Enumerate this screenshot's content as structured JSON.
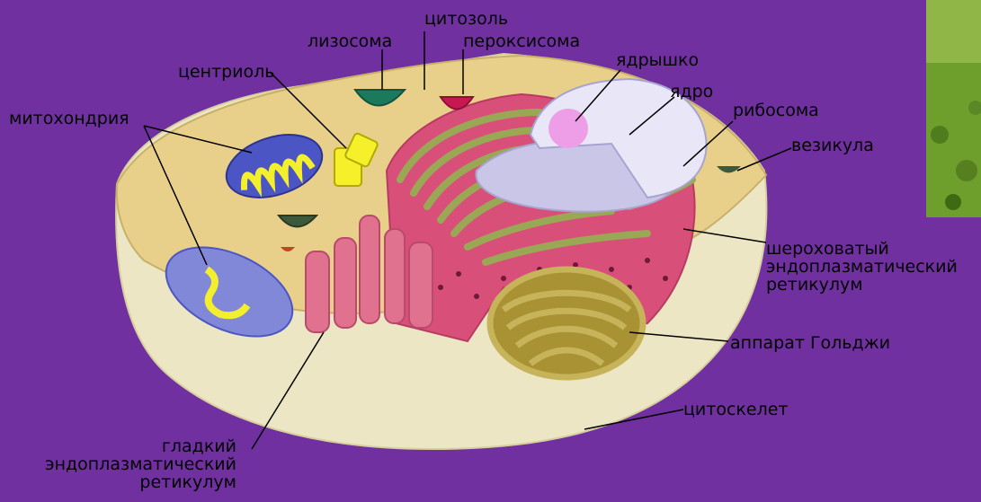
{
  "labels": {
    "lysosome": "лизосома",
    "cytosol": "цитозоль",
    "peroxisome": "пероксисома",
    "centriole": "центриоль",
    "nucleolus": "ядрышко",
    "nucleus": "ядро",
    "mitochondria": "митохондрия",
    "ribosome": "рибосома",
    "vesicle": "везикула",
    "rough_er": [
      "шероховатый",
      "эндоплазматический",
      "ретикулум"
    ],
    "golgi": "аппарат Гольджи",
    "cytoskeleton": "цитоскелет",
    "smooth_er": [
      "гладкий",
      "эндоплазматический",
      "ретикулум"
    ]
  },
  "colors": {
    "background": "#7030a0",
    "cytoplasm": "#e9d08a",
    "cell_wall": "#ece6c4",
    "rough_er": "#d8507a",
    "er_membrane": "#9aa855",
    "nucleus": "#e8e6f7",
    "nucleolus": "#ee9ee6",
    "mitochondria": "#4c55c4",
    "crista": "#f4ef2c",
    "golgi": "#a89234",
    "lysosome": "#1b7a5c",
    "peroxisome": "#c81850",
    "centriole": "#f6f02a"
  }
}
